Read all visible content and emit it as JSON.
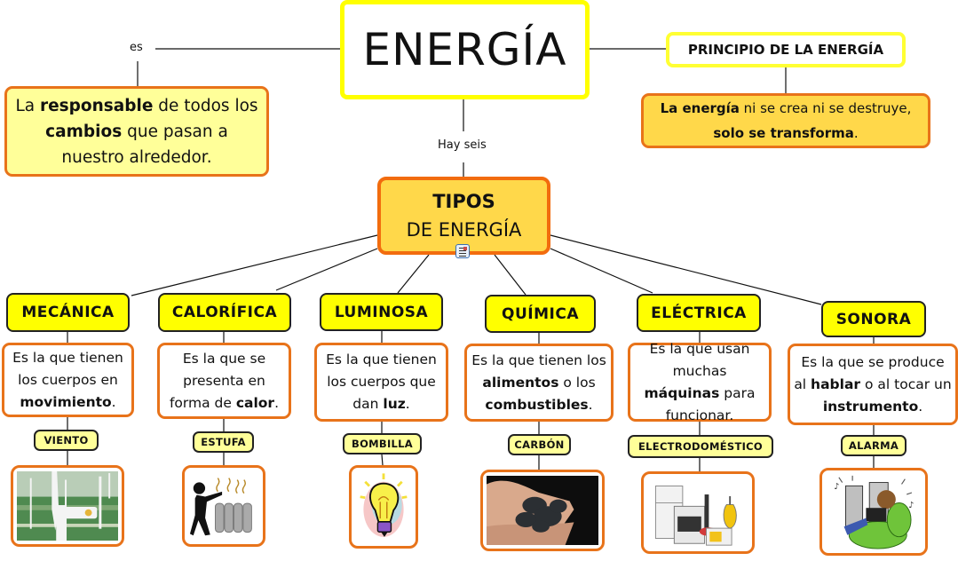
{
  "root": {
    "title": "ENERGÍA"
  },
  "links": {
    "es": "es",
    "hay_seis": "Hay seis"
  },
  "definition": {
    "parts": [
      "La ",
      "responsable",
      " de todos los ",
      "cambios",
      " que pasan a nuestro alrededor."
    ]
  },
  "principle": {
    "title": "PRINCIPIO DE LA ENERGÍA",
    "parts": [
      "La energía",
      " ni se crea ni se destruye, ",
      "solo se transforma",
      "."
    ]
  },
  "types_node": {
    "line1": "TIPOS",
    "line2": "DE ENERGÍA",
    "note_icon": "note-icon"
  },
  "types": [
    {
      "label": "MECÁNICA",
      "desc": [
        "Es la que tienen los cuerpos en ",
        "movimiento",
        "."
      ],
      "example": "VIENTO",
      "image": "wind-turbine-image"
    },
    {
      "label": "CALORÍFICA",
      "desc": [
        "Es la que se presenta en forma de ",
        "calor",
        "."
      ],
      "example": "ESTUFA",
      "image": "heater-image"
    },
    {
      "label": "LUMINOSA",
      "desc": [
        "Es la que tienen los cuerpos que dan ",
        "luz",
        "."
      ],
      "example": "BOMBILLA",
      "image": "light-bulb-image"
    },
    {
      "label": "QUÍMICA",
      "desc": [
        "Es la que tienen los ",
        "alimentos",
        " o los ",
        "combustibles",
        "."
      ],
      "example": "CARBÓN",
      "image": "coal-image"
    },
    {
      "label": "ELÉCTRICA",
      "desc": [
        "Es la que usan muchas ",
        "máquinas",
        " para funcionar."
      ],
      "example": "ELECTRODOMÉSTICO",
      "image": "appliances-image"
    },
    {
      "label": "SONORA",
      "desc": [
        "Es la que se produce al ",
        "hablar",
        " o al tocar un ",
        "instrumento",
        "."
      ],
      "example": "ALARMA",
      "image": "loud-music-image"
    }
  ],
  "colors": {
    "root_border": "#ffff00",
    "type_label_bg": "#ffff00",
    "example_bg": "#ffff99",
    "orange_border": "#e8731a",
    "types_node_bg": "#ffd84a"
  }
}
